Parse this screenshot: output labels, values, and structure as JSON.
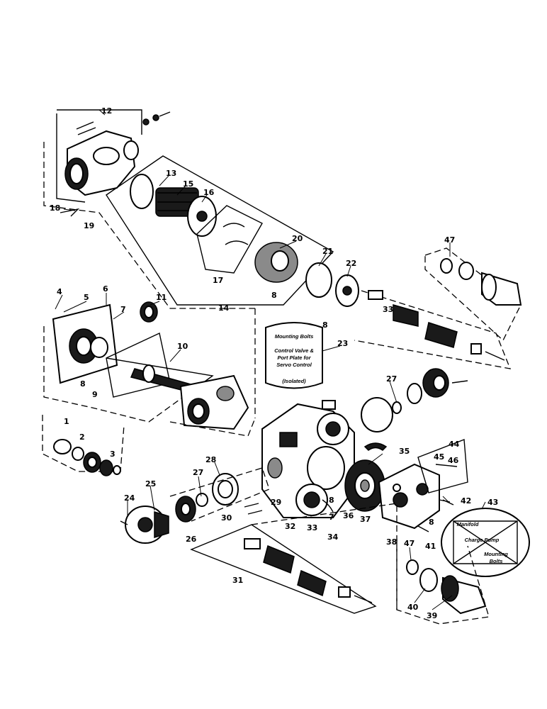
{
  "labels": {
    "p1": "1",
    "p2": "2",
    "p3": "3",
    "p4": "4",
    "p5": "5",
    "p6": "6",
    "p7": "7",
    "p8a": "8",
    "p8b": "8",
    "p8c": "8",
    "p8d": "8",
    "p8e": "8",
    "p9": "9",
    "p10": "10",
    "p11": "11",
    "p12": "12",
    "p13": "13",
    "p14": "14",
    "p15": "15",
    "p16": "16",
    "p17": "17",
    "p18": "18",
    "p19": "19",
    "p20": "20",
    "p21": "21",
    "p22": "22",
    "p23": "23",
    "p24": "24",
    "p25": "25",
    "p26": "26",
    "p27a": "27",
    "p27b": "27",
    "p28": "28",
    "p29": "29",
    "p30": "30",
    "p31": "31",
    "p32": "32",
    "p33": "33",
    "p33b": "33",
    "p34": "34",
    "p35": "35",
    "p36": "36",
    "p37": "37",
    "p38": "38",
    "p39": "39",
    "p40": "40",
    "p41": "41",
    "p42": "42",
    "p43": "43",
    "p44": "44",
    "p45": "45",
    "p46": "46",
    "p47a": "47",
    "p47b": "47"
  },
  "notes": {
    "mounting_bolts_line1": "Mounting Bolts",
    "control_valve_line1": "Control Valve &",
    "control_valve_line2": "Port Plate for",
    "control_valve_line3": "Servo Control",
    "control_valve_line4": "(Isolated)",
    "manifold": "Manifold",
    "charge_pump": "Charge Pump",
    "mounting_bolts_line2": "Mounting",
    "mounting_bolts_line3": "Bolts"
  }
}
